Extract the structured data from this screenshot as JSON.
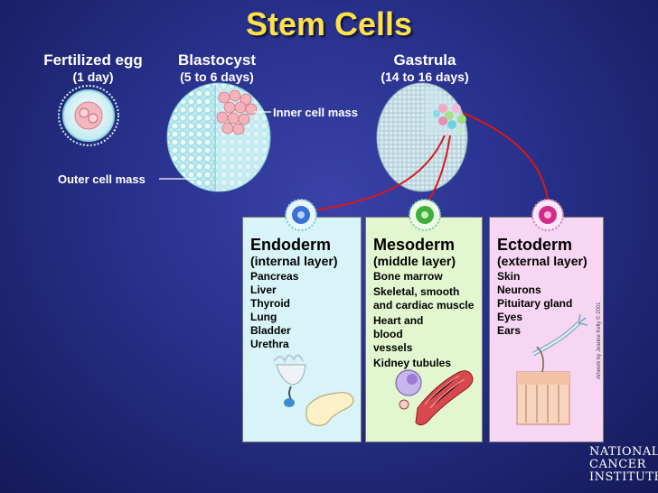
{
  "title": "Stem Cells",
  "stages": [
    {
      "name": "Fertilized egg",
      "days": "(1 day)"
    },
    {
      "name": "Blastocyst",
      "days": "(5 to 6 days)"
    },
    {
      "name": "Gastrula",
      "days": "(14 to 16 days)"
    }
  ],
  "callouts": {
    "inner_cell_mass": "Inner cell mass",
    "outer_cell_mass": "Outer cell mass"
  },
  "layers": [
    {
      "name": "Endoderm",
      "subtitle": "(internal layer)",
      "items": [
        "Pancreas",
        "Liver",
        "Thyroid",
        "Lung",
        "Bladder",
        "Urethra"
      ],
      "color": "#d8f4f8",
      "cell_color": "#3a6fd8"
    },
    {
      "name": "Mesoderm",
      "subtitle": "(middle layer)",
      "items": [
        "Bone marrow",
        "Skeletal, smooth and cardiac muscle",
        "Heart and blood vessels",
        "Kidney tubules"
      ],
      "color": "#e2f7cf",
      "cell_color": "#3fae3a"
    },
    {
      "name": "Ectoderm",
      "subtitle": "(external layer)",
      "items": [
        "Skin",
        "Neurons",
        "Pituitary gland",
        "Eyes",
        "Ears"
      ],
      "color": "#f6d6f2",
      "cell_color": "#d02a8a"
    }
  ],
  "logo_text": [
    "NATIONAL",
    "CANCER",
    "INSTITUTE"
  ],
  "credit": "Artwork by Jeanne Kelly © 2001",
  "colors": {
    "title": "#ffe14a",
    "arrow": "#d81818",
    "background": "#27308a"
  }
}
